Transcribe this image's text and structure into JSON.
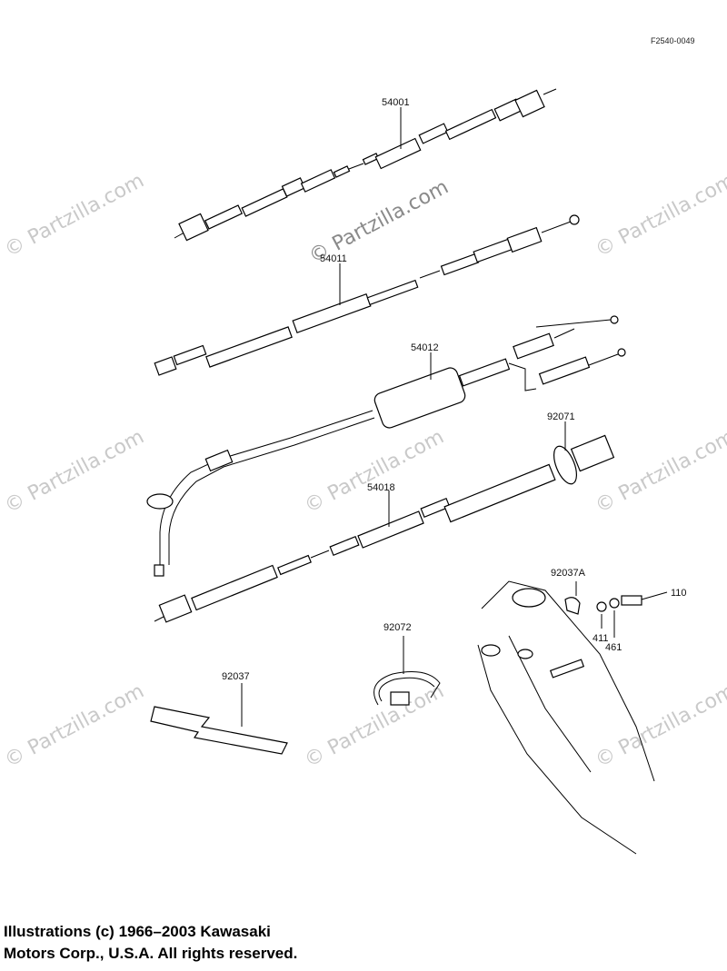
{
  "drawing_id": "F2540-0049",
  "watermark": {
    "center": "© Partzilla.com",
    "repeat": "© Partzilla.com"
  },
  "parts": [
    {
      "number": "54001"
    },
    {
      "number": "54011"
    },
    {
      "number": "54012"
    },
    {
      "number": "92071"
    },
    {
      "number": "54018"
    },
    {
      "number": "92037A"
    },
    {
      "number": "110"
    },
    {
      "number": "411"
    },
    {
      "number": "461"
    },
    {
      "number": "92072"
    },
    {
      "number": "92037"
    }
  ],
  "copyright": {
    "line1": "Illustrations (c) 1966–2003 Kawasaki",
    "line2": "Motors Corp., U.S.A.  All rights reserved."
  }
}
